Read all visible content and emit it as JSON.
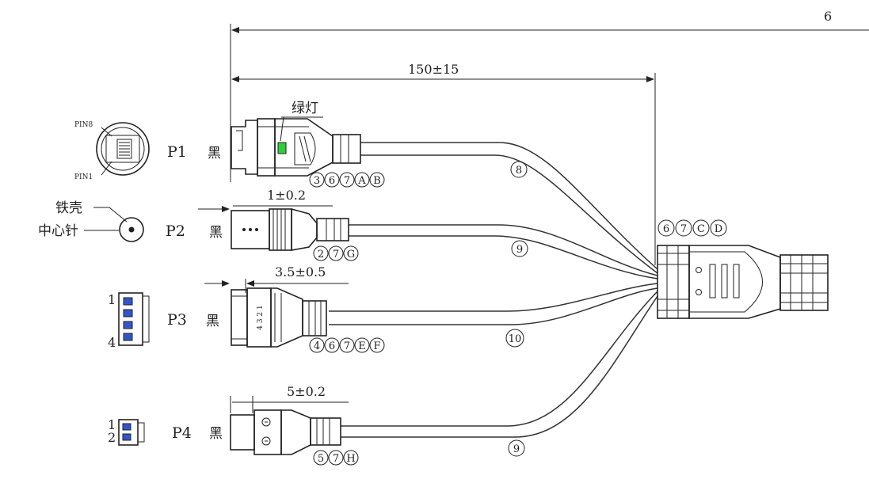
{
  "dimensions": {
    "overall": "6",
    "cable": "150±15",
    "p2_offset": "1±0.2",
    "p3_offset": "3.5±0.5",
    "p4_offset": "5±0.2"
  },
  "callouts": {
    "p1": [
      "3",
      "6",
      "7",
      "A",
      "B"
    ],
    "p2": [
      "2",
      "7",
      "G"
    ],
    "p3": [
      "4",
      "6",
      "7",
      "E",
      "F"
    ],
    "p4": [
      "5",
      "7",
      "H"
    ],
    "hub": [
      "6",
      "7",
      "C",
      "D"
    ],
    "wire1": "8",
    "wire2": "9",
    "wire3": "10",
    "wire4": "9"
  },
  "connectors": {
    "p1": {
      "name": "P1",
      "color": "黑",
      "led_label": "绿灯",
      "pin_top": "PIN8",
      "pin_bottom": "PIN1"
    },
    "p2": {
      "name": "P2",
      "color": "黑",
      "shell_label": "铁壳",
      "center_label": "中心针"
    },
    "p3": {
      "name": "P3",
      "color": "黑",
      "pin_first": "1",
      "pin_last": "4",
      "body_text": "4 3 2 1"
    },
    "p4": {
      "name": "P4",
      "color": "黑",
      "pin_first": "1",
      "pin_last": "2"
    }
  },
  "colors": {
    "line": "#222222",
    "led": "#2fcf3a",
    "terminal_blue": "#3355cc"
  }
}
